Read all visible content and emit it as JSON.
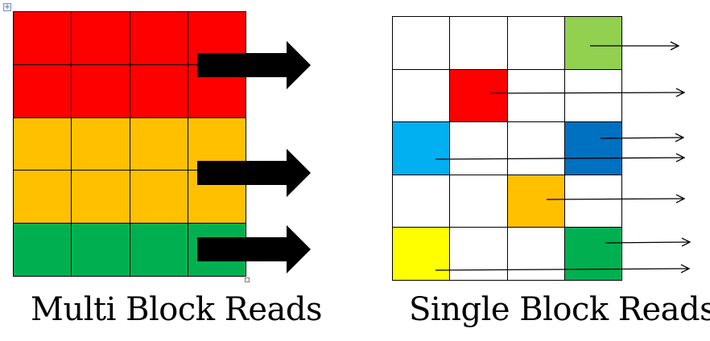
{
  "colors": {
    "red": "#FF0000",
    "orange": "#FFC000",
    "green": "#00B050",
    "lightgreen": "#92D050",
    "skyblue": "#00B0F0",
    "blue": "#0070C0",
    "yellow": "#FFFF00",
    "white": "#FFFFFF"
  },
  "multi_block": {
    "caption": "Multi Block Reads",
    "rows": [
      "red",
      "red",
      "orange",
      "orange",
      "green"
    ]
  },
  "single_block": {
    "caption": "Single Block Reads",
    "cells": [
      [
        "white",
        "white",
        "white",
        "lightgreen"
      ],
      [
        "white",
        "red",
        "white",
        "white"
      ],
      [
        "skyblue",
        "white",
        "white",
        "blue"
      ],
      [
        "white",
        "white",
        "orange",
        "white"
      ],
      [
        "yellow",
        "white",
        "white",
        "green"
      ]
    ]
  },
  "icons": {
    "table_handle": "move-handle-icon",
    "block_arrow": "block-arrow-icon",
    "line_arrow": "line-arrow-icon"
  }
}
